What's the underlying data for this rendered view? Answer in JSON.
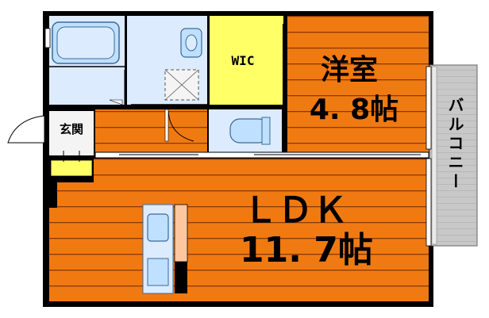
{
  "floorplan": {
    "labels": {
      "wic": "WIC",
      "western_room_name": "洋室",
      "western_room_size": "4. 8帖",
      "entrance": "玄関",
      "balcony": "バルコニー",
      "ldk_name": "ＬＤＫ",
      "ldk_size": "11. 7帖"
    },
    "colors": {
      "floor_orange": "#F07A12",
      "floor_stripe": "#8A3A00",
      "wic_yellow": "#FFFF66",
      "entry_yellow": "#FFFF66",
      "wet_area": "#DDEBFF",
      "fixture_blue": "#BFE0FF",
      "balcony_gray": "#C8C8C8",
      "wall": "#000000",
      "counter_peach": "#FFC7A0"
    }
  }
}
